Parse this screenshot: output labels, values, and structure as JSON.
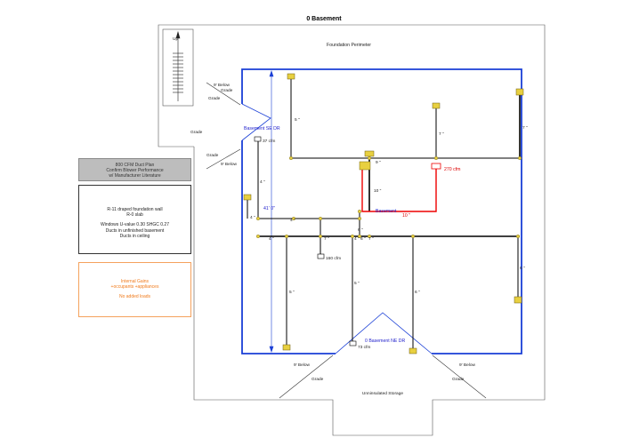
{
  "title": "0 Basement",
  "labels": {
    "foundation_perimeter": "Foundation Perimeter",
    "up": "Up",
    "grade_1": "Grade",
    "grade_2": "Grade",
    "grade_3": "Grade",
    "grade_4": "Grade",
    "grade_5": "Grade",
    "grade_6": "Grade",
    "below_1": "9' Below",
    "below_2": "9' Below",
    "below_3": "9' Below",
    "below_4": "9' Below",
    "unins_storage": "Unninsulated Storage",
    "dim_vertical": "41' 0\"",
    "basement_se_dr": "Basement SE DR",
    "basement_ne_dr": "0 Basement NE DR",
    "basement_mid": "Basement",
    "cfm_37": "37 cfm",
    "cfm_270": "270 cfm",
    "cfm_160": "160 cfm",
    "cfm_73": "73 cfm"
  },
  "duct_sizes": {
    "d1": "5 \"",
    "d2": "4 \"",
    "d3": "7 \"",
    "d4": "7 \"",
    "d5": "9 \"",
    "d6": "10 \"",
    "d7": "10 \"",
    "d8": "4 \"",
    "d9": "4 \"",
    "d10": "4 \"",
    "d11": "4 \"",
    "d12": "7 \"",
    "d13": "6 \"",
    "d14": "7 \"",
    "d15": "6 \"",
    "d16": "5 \"",
    "d17": "5 \"",
    "d18": "6 \"",
    "d19": "6 \""
  },
  "cfm_box": {
    "line1": "800 CFM Duct Plan",
    "line2": "Confirm Blower Performance",
    "line3": "w/ Manufacturer Literature"
  },
  "wall_box": {
    "line1": "R-11 draped foundation wall",
    "line2": "R-0 slab",
    "line3": "Windows U-value 0.30 SHGC 0.27",
    "line4": "Ducts in unfinished basement",
    "line5": "Ducts in ceiling"
  },
  "gains_box": {
    "line1": "Internal Gains",
    "line2": "+occupants +appliances",
    "line3": "No added loads"
  },
  "colors": {
    "exterior_wall": "#1a3fd6",
    "supply_trunk": "#000000",
    "return_duct": "#ee0000",
    "register": "#e8d040",
    "internal_gains": "#f07a1a"
  }
}
